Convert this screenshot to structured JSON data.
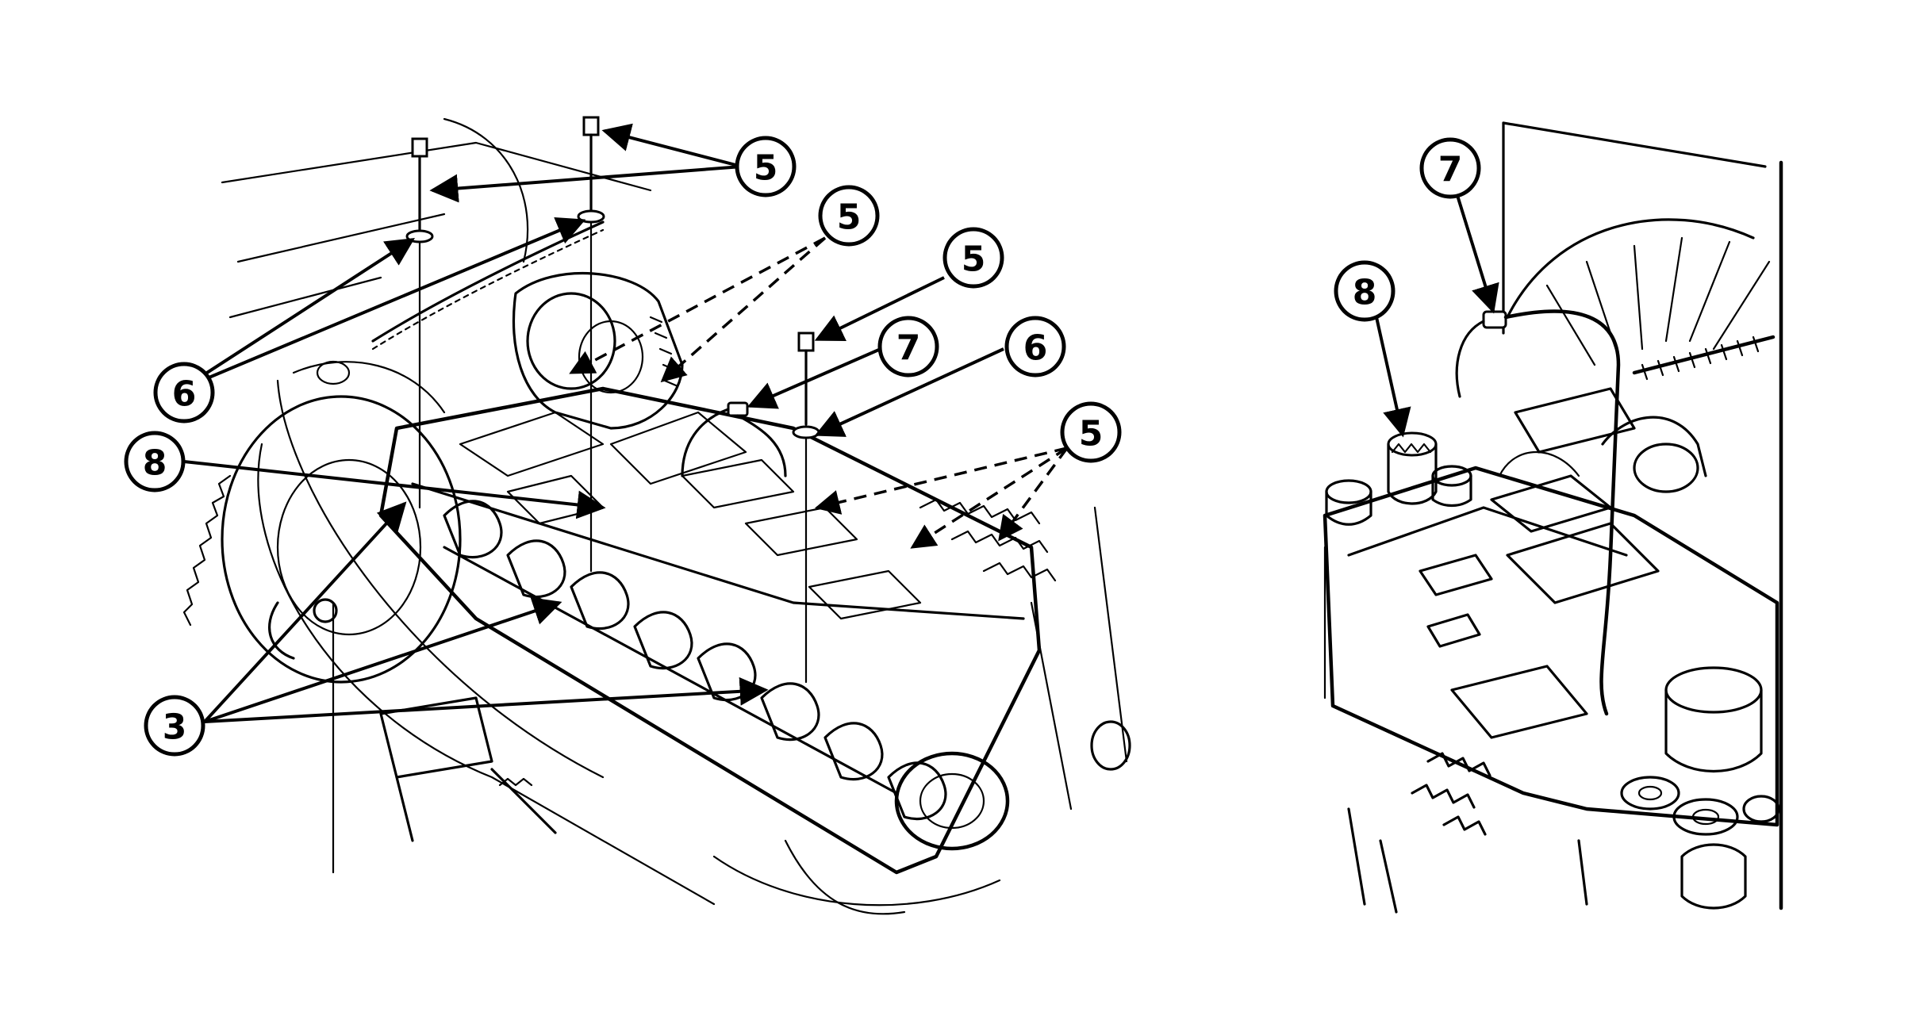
{
  "figure": {
    "callouts_left": [
      {
        "id": "c5a",
        "label": "5"
      },
      {
        "id": "c5b",
        "label": "5"
      },
      {
        "id": "c5c",
        "label": "5"
      },
      {
        "id": "c5d",
        "label": "5"
      },
      {
        "id": "c6a",
        "label": "6"
      },
      {
        "id": "c6b",
        "label": "6"
      },
      {
        "id": "c7a",
        "label": "7"
      },
      {
        "id": "c8a",
        "label": "8"
      },
      {
        "id": "c3a",
        "label": "3"
      }
    ],
    "callouts_right": [
      {
        "id": "c7b",
        "label": "7"
      },
      {
        "id": "c8b",
        "label": "8"
      }
    ]
  }
}
